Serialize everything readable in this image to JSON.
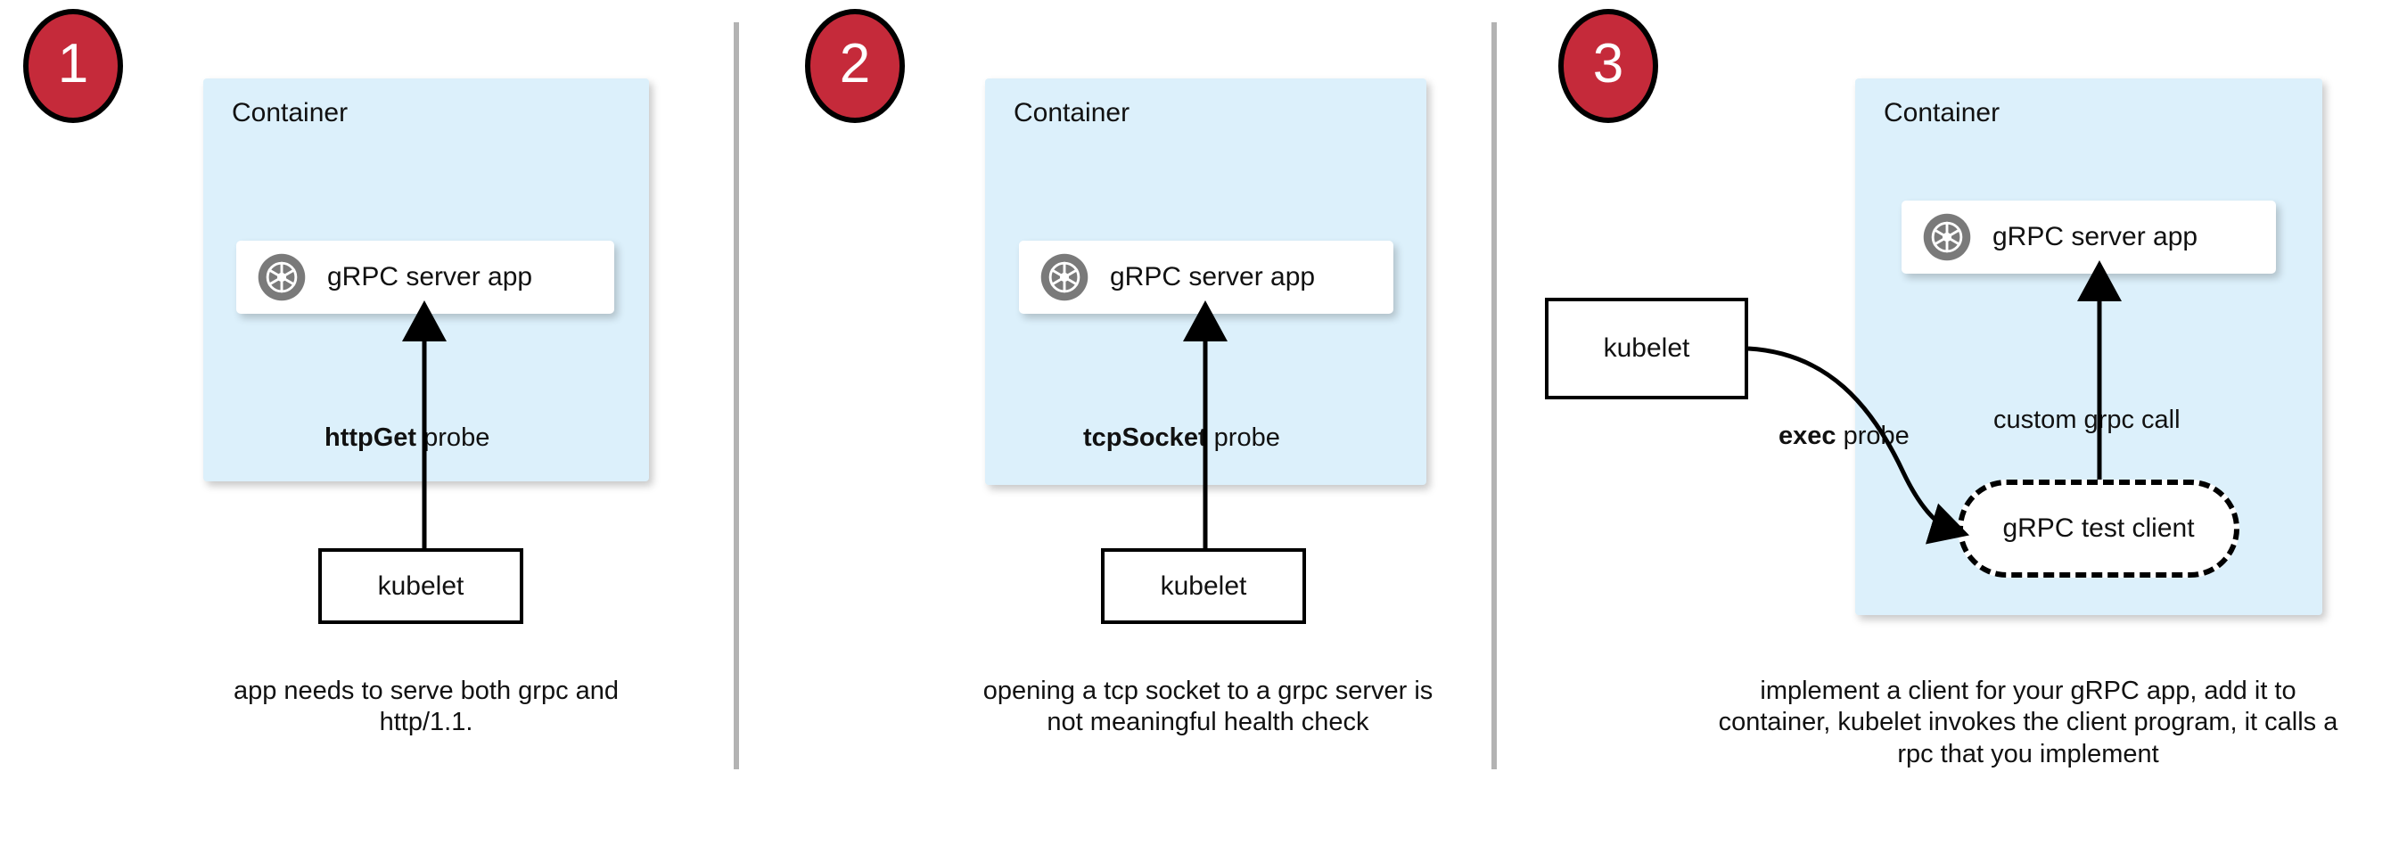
{
  "diagram": {
    "title": "gRPC health probe approaches",
    "colors": {
      "badge_red": "#C52A3A",
      "container_blue": "#DCF0FB",
      "divider_gray": "#b3b3b3",
      "icon_gray": "#7a7a7a",
      "stroke_black": "#000000"
    }
  },
  "dividers": [
    {
      "name": "divider-1"
    },
    {
      "name": "divider-2"
    }
  ],
  "panels": [
    {
      "badge": "1",
      "container_label": "Container",
      "app_label": "gRPC server app",
      "app_icon": "grpc-aperture-icon",
      "edge_label_bold": "httpGet",
      "edge_label_rest": " probe",
      "kubelet_label": "kubelet",
      "caption": "app needs to serve both grpc and http/1.1."
    },
    {
      "badge": "2",
      "container_label": "Container",
      "app_label": "gRPC server app",
      "app_icon": "grpc-aperture-icon",
      "edge_label_bold": "tcpSocket",
      "edge_label_rest": " probe",
      "kubelet_label": "kubelet",
      "caption": "opening a tcp socket to a grpc server is not meaningful health check"
    },
    {
      "badge": "3",
      "container_label": "Container",
      "app_label": "gRPC server app",
      "app_icon": "grpc-aperture-icon",
      "edge_label_bold": "exec",
      "edge_label_rest": " probe",
      "edge_label_secondary": "custom grpc call",
      "kubelet_label": "kubelet",
      "test_client_label": "gRPC test client",
      "caption": "implement a client for your gRPC app, add it to container, kubelet invokes the client program, it calls a rpc that you implement"
    }
  ]
}
